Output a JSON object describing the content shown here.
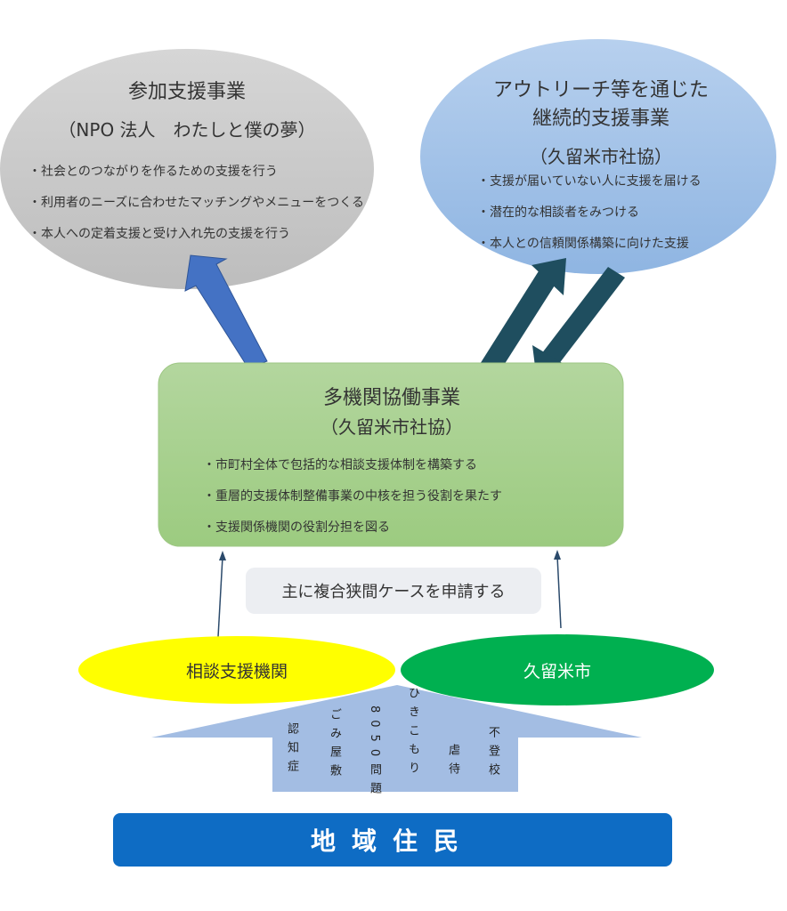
{
  "participation": {
    "title": "参加支援事業",
    "org": "（NPO 法人　わたしと僕の夢）",
    "bullets": [
      "・社会とのつながりを作るための支援を行う",
      "・利用者のニーズに合わせたマッチングやメニューをつくる",
      "・本人への定着支援と受け入れ先の支援を行う"
    ]
  },
  "outreach": {
    "title_line1": "アウトリーチ等を通じた",
    "title_line2": "継続的支援事業",
    "org": "（久留米市社協）",
    "bullets": [
      "・支援が届いていない人に支援を届ける",
      "・潜在的な相談者をみつける",
      "・本人との信頼関係構築に向けた支援"
    ]
  },
  "collaboration": {
    "title": "多機関協働事業",
    "org": "（久留米市社協）",
    "bullets": [
      "・市町村全体で包括的な相談支援体制を構築する",
      "・重層的支援体制整備事業の中核を担う役割を果たす",
      "・支援関係機関の役割分担を図る"
    ]
  },
  "apply_text": "主に複合狭間ケースを申請する",
  "consult_agency": "相談支援機関",
  "city": "久留米市",
  "issues": [
    "認知症",
    "ごみ屋敷",
    "8050問題",
    "ひきこもり",
    "虐待",
    "不登校"
  ],
  "residents": "地域住民",
  "colors": {
    "gray_ellipse": "#c8c8c8",
    "blue_ellipse": "#9dc0e6",
    "green_box": "#a8d08d",
    "blue_arrow": "#4472c4",
    "dark_arrow": "#1f4e5f",
    "yellow": "#ffff00",
    "green": "#00b050",
    "house_arrow": "#a3bde3",
    "bottom_bar": "#0e6cc4"
  }
}
